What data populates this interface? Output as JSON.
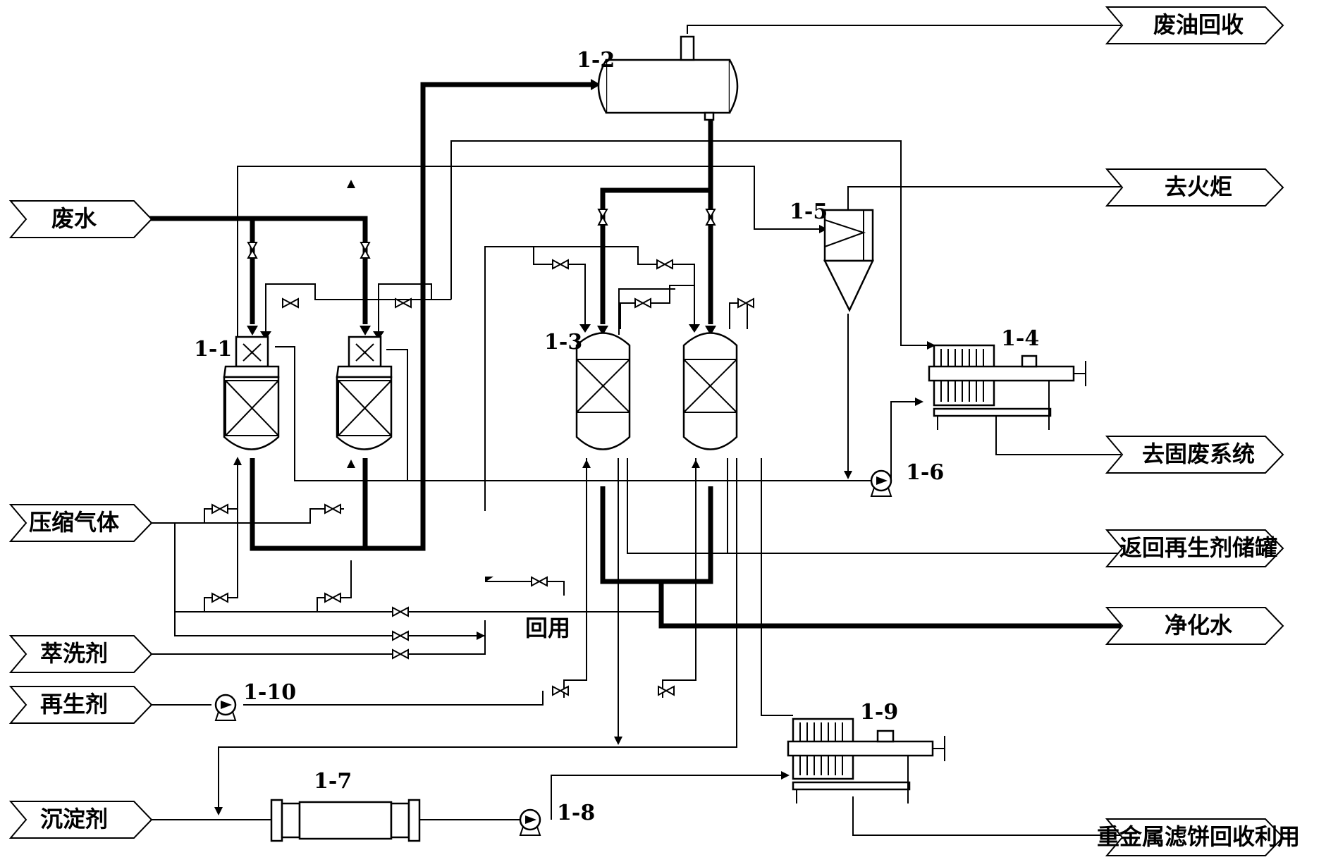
{
  "streams": {
    "inlets": {
      "wastewater": "废水",
      "compressed_gas": "压缩气体",
      "extractant": "萃洗剂",
      "regenerant": "再生剂",
      "precipitant": "沉淀剂"
    },
    "outlets": {
      "waste_oil": "废油回收",
      "to_flare": "去火炬",
      "to_solid_waste": "去固废系统",
      "return_regenerant": "返回再生剂储罐",
      "purified_water": "净化水",
      "metal_cake": "重金属滤饼回收利用"
    },
    "reuse": "回用"
  },
  "equipment": {
    "e1_1": "1-1",
    "e1_2": "1-2",
    "e1_3": "1-3",
    "e1_4": "1-4",
    "e1_5": "1-5",
    "e1_6": "1-6",
    "e1_7": "1-7",
    "e1_8": "1-8",
    "e1_9": "1-9",
    "e1_10": "1-10"
  }
}
